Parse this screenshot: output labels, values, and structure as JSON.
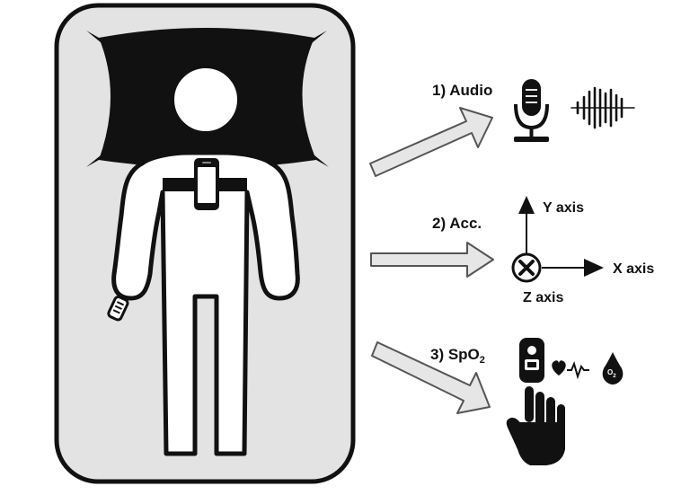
{
  "labels": {
    "audio": "1) Audio",
    "acc": "2) Acc.",
    "spo2_prefix": "3) SpO",
    "spo2_sub": "2",
    "y_axis": "Y axis",
    "x_axis": "X axis",
    "z_axis": "Z axis",
    "o2_symbol": "O",
    "o2_sub": "2"
  },
  "colors": {
    "bed_fill": "#e3e3e3",
    "ink": "#111111",
    "arrow_fill": "#e6e6e6",
    "figure_fill": "#ffffff"
  },
  "icons": [
    "microphone-icon",
    "sound-wave-icon",
    "axis-cross-icon",
    "pulse-oximeter-icon",
    "hand-icon",
    "heart-icon",
    "oxygen-drop-icon"
  ]
}
